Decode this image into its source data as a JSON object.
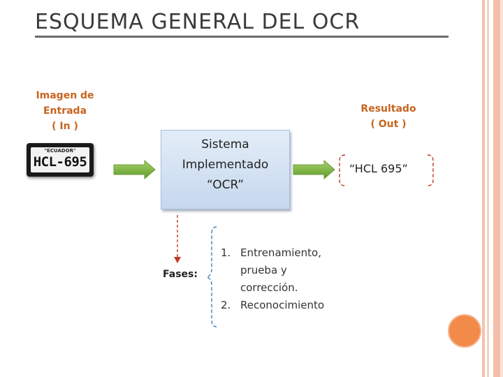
{
  "title": "ESQUEMA GENERAL DEL OCR",
  "input": {
    "label_line1": "Imagen de",
    "label_line2": "Entrada",
    "label_line3": "( In )",
    "plate_top_text": "\"ECUADOR\"",
    "plate_number": "HCL-695"
  },
  "system": {
    "line1": "Sistema",
    "line2": "Implementado",
    "line3": "“OCR”"
  },
  "output": {
    "label_line1": "Resultado",
    "label_line2": "( Out )",
    "result": "“HCL 695”"
  },
  "phases": {
    "label": "Fases:",
    "items": [
      {
        "num": "1.",
        "lines": [
          "Entrenamiento,",
          "prueba  y",
          "corrección."
        ]
      },
      {
        "num": "2.",
        "lines": [
          "Reconocimiento"
        ]
      }
    ]
  },
  "colors": {
    "label_orange": "#c8641e",
    "arrow_green": "#7cb342",
    "box_blue": "#c6d8ee",
    "dashed_red": "#c0392b",
    "accent_circle": "#f28a4a"
  }
}
